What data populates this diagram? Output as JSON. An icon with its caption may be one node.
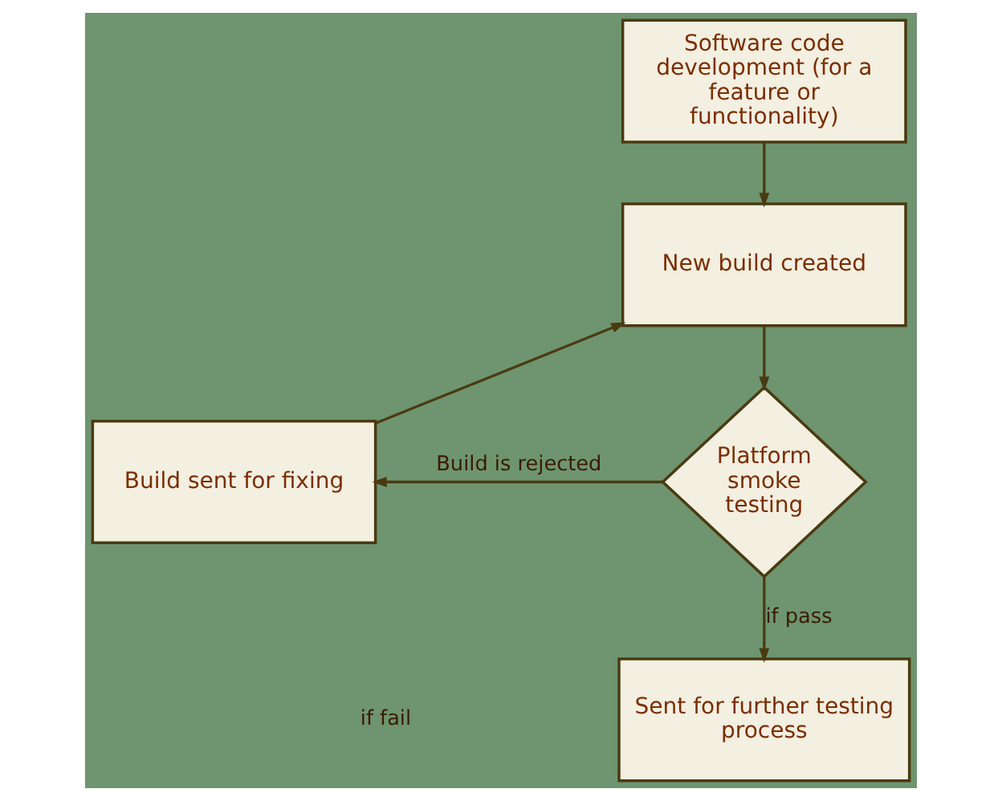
{
  "diagram": {
    "nodes": [
      {
        "text": [
          "Software code development (for a feature or functionality)"
        ]
      },
      {
        "text": [
          "New build created"
        ]
      },
      {
        "text": [
          "Platform smoke testing"
        ]
      },
      {
        "text": [
          "Build sent for fixing"
        ]
      },
      {
        "text": [
          "Sent for further testing process"
        ]
      }
    ],
    "edges": [
      {
        "from": 0,
        "to": 1,
        "arrow": "to"
      },
      {
        "from": 1,
        "to": 2,
        "arrow": "to"
      },
      {
        "from": 2,
        "to": 3,
        "arrow": "to",
        "label": "Build is rejected"
      },
      {
        "from": 3,
        "to": 1,
        "arrow": "to"
      },
      {
        "from": 2,
        "to": 4,
        "arrow": "to",
        "label": "if pass"
      }
    ],
    "labels": [
      "if fail"
    ]
  }
}
